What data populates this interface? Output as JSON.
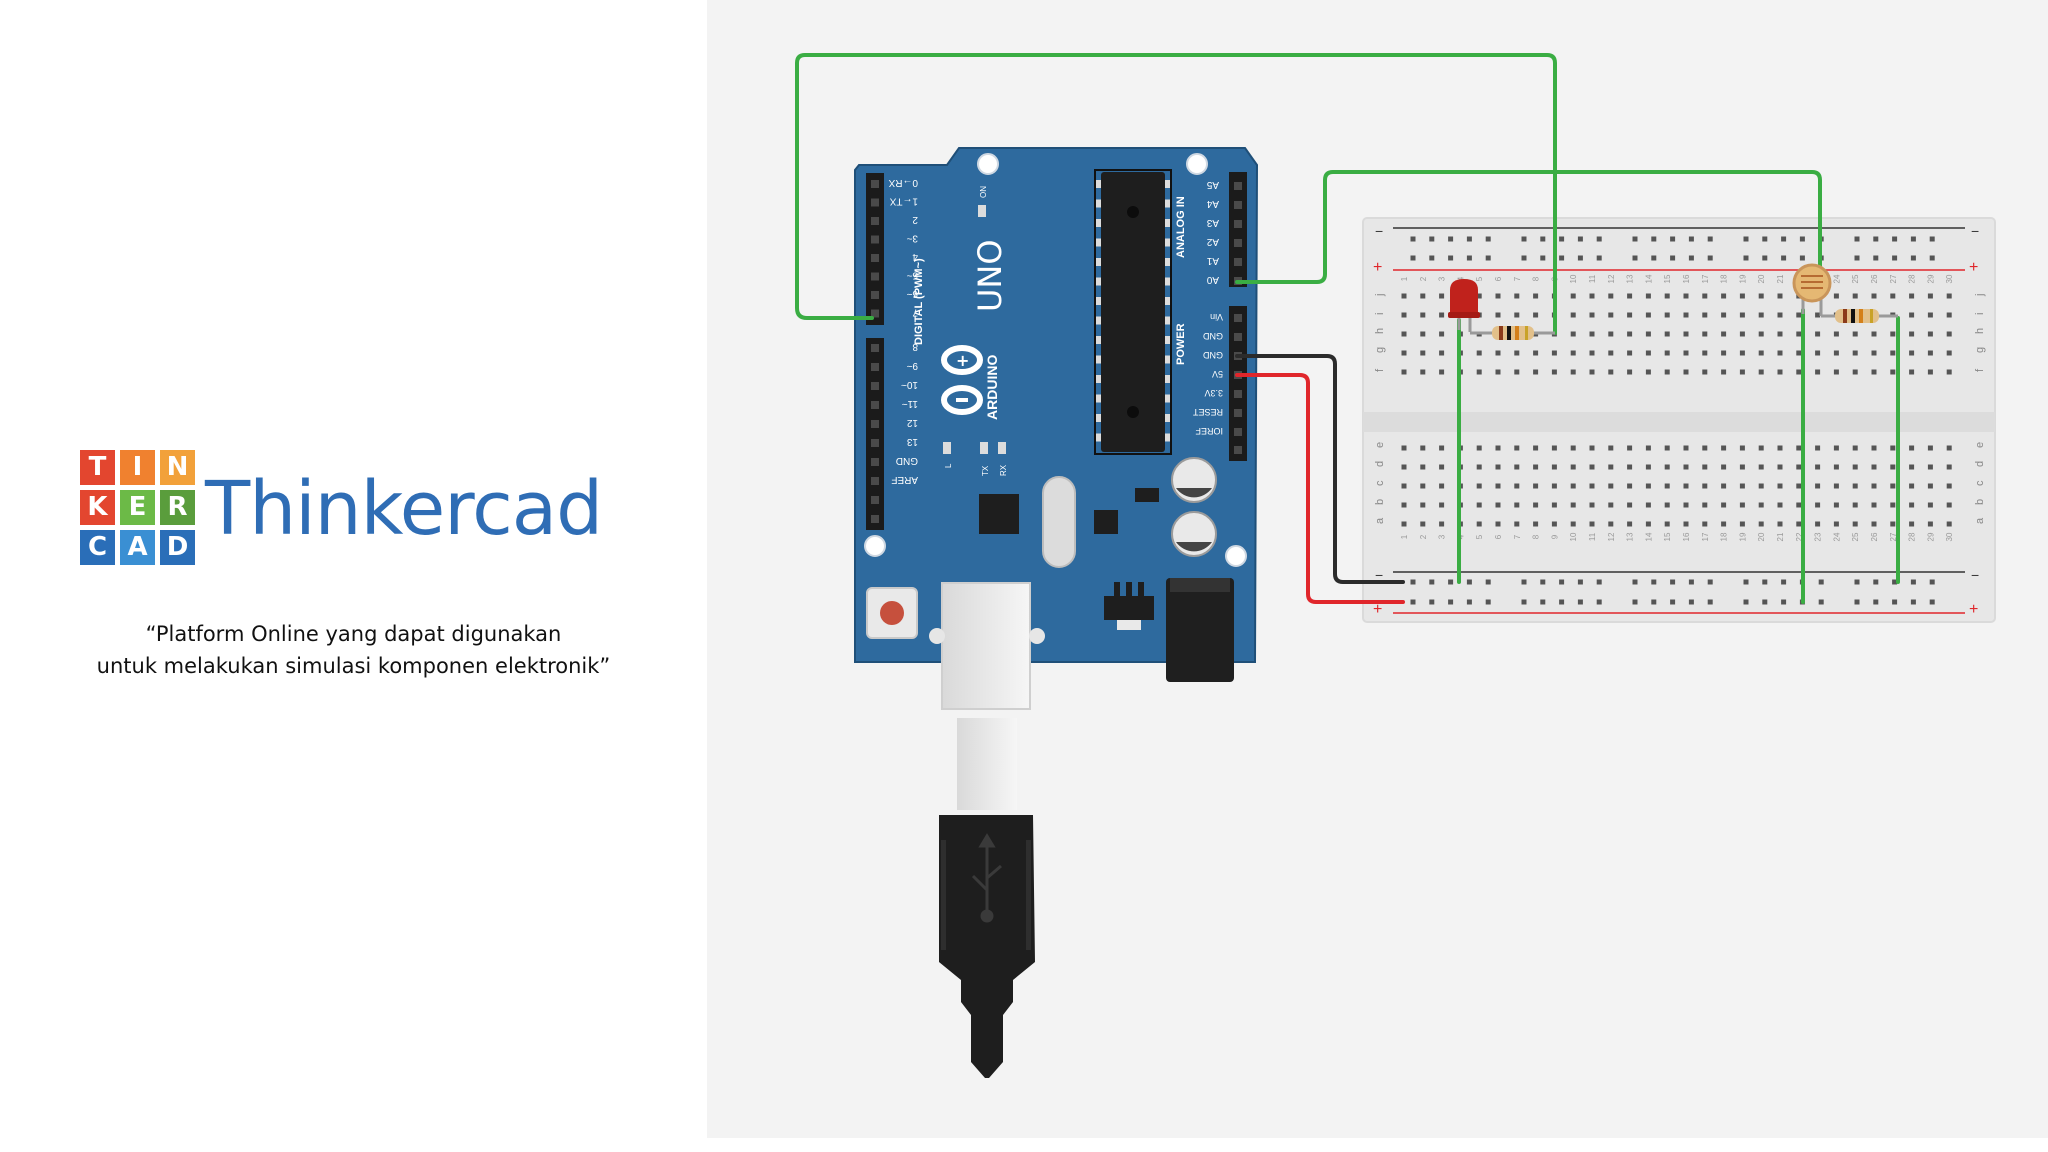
{
  "logo": {
    "blocks": [
      {
        "letter": "T",
        "color": "#e3462f"
      },
      {
        "letter": "I",
        "color": "#f0812f"
      },
      {
        "letter": "N",
        "color": "#f2a13a"
      },
      {
        "letter": "K",
        "color": "#e3462f"
      },
      {
        "letter": "E",
        "color": "#6cba47"
      },
      {
        "letter": "R",
        "color": "#5a9d3c"
      },
      {
        "letter": "C",
        "color": "#2a6eb8"
      },
      {
        "letter": "A",
        "color": "#3a8fd3"
      },
      {
        "letter": "D",
        "color": "#2a6eb8"
      }
    ],
    "wordmark": "Thinkercad",
    "wordmark_color": "#2f6db5"
  },
  "caption": {
    "line1": "“Platform Online yang dapat digunakan",
    "line2": "untuk melakukan simulasi komponen elektronik”"
  },
  "arduino": {
    "model": "UNO",
    "brand": "ARDUINO",
    "on_label": "ON",
    "tx_label": "TX",
    "rx_label": "RX",
    "l_label": "L",
    "digital_header": "DIGITAL (PWM~)",
    "analog_header": "ANALOG IN",
    "power_header": "POWER",
    "digital_pins": [
      "0→RX",
      "1←TX",
      "2",
      "3~",
      "4",
      "5~",
      "6~",
      "7",
      "8",
      "9~",
      "10~",
      "11~",
      "12",
      "13",
      "GND",
      "AREF"
    ],
    "analog_pins": [
      "A5",
      "A4",
      "A3",
      "A2",
      "A1",
      "A0"
    ],
    "power_pins": [
      "Vin",
      "GND",
      "GND",
      "5V",
      "3.3V",
      "RESET",
      "IOREF"
    ],
    "board_color": "#2e6a9e"
  },
  "breadboard": {
    "row_letters_top": [
      "j",
      "i",
      "h",
      "g",
      "f"
    ],
    "row_letters_bottom": [
      "e",
      "d",
      "c",
      "b",
      "a"
    ],
    "column_numbers": [
      "1",
      "2",
      "3",
      "4",
      "5",
      "6",
      "7",
      "8",
      "9",
      "10",
      "11",
      "12",
      "13",
      "14",
      "15",
      "16",
      "17",
      "18",
      "19",
      "20",
      "21",
      "22",
      "23",
      "24",
      "25",
      "26",
      "27",
      "28",
      "29",
      "30"
    ],
    "plus_label": "+",
    "minus_label": "−"
  },
  "colors": {
    "wire_green": "#3aad43",
    "wire_red": "#e0262b",
    "wire_black": "#2b2b2b",
    "breadboard": "#e7e7e7",
    "canvas": "#f3f3f3"
  }
}
